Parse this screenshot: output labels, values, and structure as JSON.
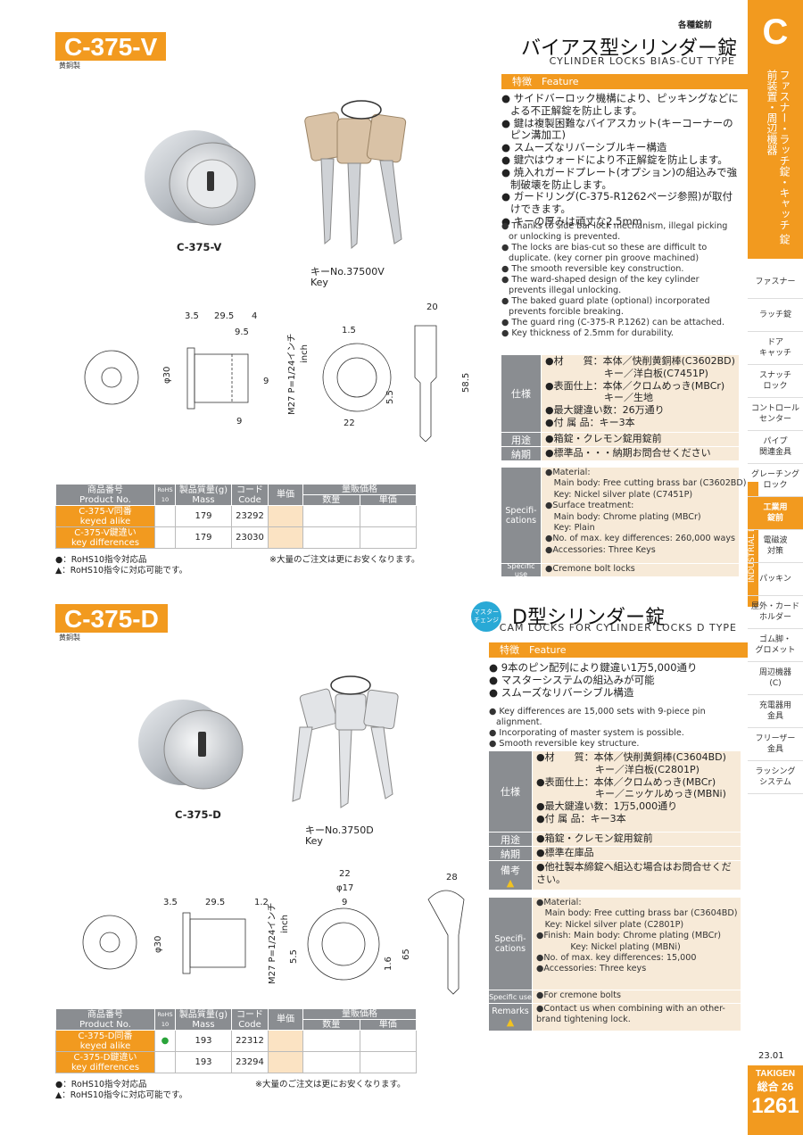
{
  "header": {
    "category": "各種錠前",
    "side_letter": "C"
  },
  "side": {
    "vertical_ja": "ファスナー・ラッチ錠・キャッチ 錠前装置・周辺機器",
    "vertical_en": "INDUSTRIAL LOCKS",
    "tabs": [
      "ファスナー",
      "ラッチ錠",
      "ドア\nキャッチ",
      "スナッチ\nロック",
      "コントロール\nセンター",
      "パイプ\n関連金具",
      "グレーチング\nロック",
      "工業用\n錠前",
      "電磁波\n対策",
      "パッキン",
      "屋外・カード\nホルダー",
      "ゴム脚・\nグロメット",
      "周辺機器\n(C)",
      "充電器用\n金具",
      "フリーザー\n金具",
      "ラッシング\nシステム"
    ],
    "active_tab": 7
  },
  "sectionV": {
    "model": "C-375-V",
    "material_tag": "黄銅製",
    "title_ja": "バイアス型シリンダー錠",
    "title_en": "CYLINDER LOCKS BIAS-CUT TYPE",
    "feature_label": "特徴　Feature",
    "features_ja": [
      "● サイドバーロック機構により、ピッキングなどによる不正解錠を防止します。",
      "● 鍵は複製困難なバイアスカット(キーコーナーのピン溝加工)",
      "● スムーズなリバーシブルキー構造",
      "● 鍵穴はウォードにより不正解錠を防止します。",
      "● 焼入れガードプレート(オプション)の組込みで強制破壊を防止します。",
      "● ガードリング(C-375-R1262ページ参照)が取付けできます。",
      "● キーの厚みは頑丈な2.5mm"
    ],
    "features_en": [
      "● Thanks to side bar lock mechanism, illegal picking or unlocking is prevented.",
      "● The locks are bias-cut so these are difficult to duplicate. (key corner pin groove machined)",
      "● The smooth reversible key construction.",
      "● The ward-shaped design of the key cylinder prevents illegal unlocking.",
      "● The baked guard plate (optional) incorporated prevents forcible breaking.",
      "● The guard ring (C-375-R P.1262) can be attached.",
      "● Key thickness of 2.5mm for durability."
    ],
    "spec_label": "仕様",
    "spec_ja": [
      "●材　　質：本体／快削黄銅棒(C3602BD)",
      "　　　　　　キー／洋白板(C7451P)",
      "●表面仕上：本体／クロムめっき(MBCr)",
      "　　　　　　キー／生地",
      "●最大鍵違い数：26万通り",
      "●付 属 品：キー3本"
    ],
    "use_label": "用途",
    "use_ja": "●箱錠・クレモン錠用錠前",
    "delivery_label": "納期",
    "delivery_ja": "●標準品・・・納期お問合せください",
    "spec_en_label": "Specifi-\ncations",
    "spec_en": [
      "●Material:",
      "　Main body: Free cutting brass bar (C3602BD)",
      "　Key: Nickel silver plate (C7451P)",
      "●Surface treatment:",
      "　Main body: Chrome plating (MBCr)",
      "　Key: Plain",
      "●No. of max. key differences: 260,000 ways",
      "●Accessories: Three Keys"
    ],
    "use_en_label": "Specific use",
    "use_en": "●Cremone bolt locks",
    "photo_label": "C-375-V",
    "key_label": "キーNo.37500V",
    "key_label_en": "Key",
    "dims": {
      "a": "3.5",
      "b": "29.5",
      "c": "4",
      "d": "9.5",
      "e": "9",
      "f": "9",
      "thread": "M27 P=1/24インチ",
      "thread2": "inch",
      "dia": "φ30",
      "g": "1.5",
      "h": "5.5",
      "i": "22",
      "j": "20",
      "k": "58.5"
    },
    "table": {
      "h_pn": "商品番号\nProduct No.",
      "h_rohs": "RoHS\n10",
      "h_mass": "製品質量(g)\nMass",
      "h_code": "コード\nCode",
      "h_price": "単価",
      "h_bulk": "量販価格",
      "h_qty": "数量",
      "h_unit": "単価",
      "rows": [
        {
          "pn": "C-375-V同番\nkeyed alike",
          "rohs": "",
          "mass": "179",
          "code": "23292"
        },
        {
          "pn": "C-375-V鍵違い\nkey differences",
          "rohs": "",
          "mass": "179",
          "code": "23030"
        }
      ]
    },
    "note1": "●：RoHS10指令対応品",
    "note2": "▲：RoHS10指令に対応可能です。",
    "note3": "※大量のご注文は更にお安くなります。"
  },
  "sectionD": {
    "model": "C-375-D",
    "material_tag": "黄銅製",
    "badge": "マスター\nチェンジ",
    "title_ja": "D型シリンダー錠",
    "title_en": "CAM LOCKS FOR CYLINDER LOCKS D TYPE",
    "feature_label": "特徴　Feature",
    "features_ja": [
      "● 9本のピン配列により鍵違い1万5,000通り",
      "● マスターシステムの組込みが可能",
      "● スムーズなリバーシブル構造"
    ],
    "features_en": [
      "● Key differences are 15,000 sets with 9-piece pin alignment.",
      "● Incorporating of master system is possible.",
      "● Smooth reversible key structure."
    ],
    "spec_label": "仕様",
    "spec_ja": [
      "●材　　質：本体／快削黄銅棒(C3604BD)",
      "　　　　　　キー／洋白板(C2801P)",
      "●表面仕上：本体／クロムめっき(MBCr)",
      "　　　　　　キー／ニッケルめっき(MBNi)",
      "●最大鍵違い数：1万5,000通り",
      "●付 属 品：キー3本"
    ],
    "use_label": "用途",
    "use_ja": "●箱錠・クレモン錠用錠前",
    "delivery_label": "納期",
    "delivery_ja": "●標準在庫品",
    "remark_label": "備考",
    "remark_ja": "●他社製本締錠へ組込む場合はお問合せください。",
    "spec_en_label": "Specifi-\ncations",
    "spec_en": [
      "●Material:",
      "　Main body: Free cutting brass bar (C3604BD)",
      "　Key: Nickel silver plate (C2801P)",
      "●Finish: Main body: Chrome plating (MBCr)",
      "　　　　Key: Nickel plating (MBNi)",
      "●No. of max. key differences: 15,000",
      "●Accessories: Three keys"
    ],
    "use_en_label": "Specific use",
    "use_en": "●For cremone bolts",
    "remark_en_label": "Remarks",
    "remark_en": "●Contact us when combining with an other-brand tightening lock.",
    "photo_label": "C-375-D",
    "key_label": "キーNo.3750D",
    "key_label_en": "Key",
    "dims": {
      "a": "3.5",
      "b": "29.5",
      "c": "1.2",
      "thread": "M27 P=1/24インチ",
      "thread2": "inch",
      "dia": "φ30",
      "d": "22",
      "e": "φ17",
      "f": "9",
      "g": "5.5",
      "h": "1.6",
      "i": "28",
      "j": "65"
    },
    "table": {
      "h_pn": "商品番号\nProduct No.",
      "h_rohs": "RoHS\n10",
      "h_mass": "製品質量(g)\nMass",
      "h_code": "コード\nCode",
      "h_price": "単価",
      "h_bulk": "量販価格",
      "h_qty": "数量",
      "h_unit": "単価",
      "rows": [
        {
          "pn": "C-375-D同番\nkeyed alike",
          "rohs": "●",
          "mass": "193",
          "code": "22312"
        },
        {
          "pn": "C-375-D鍵違い\nkey differences",
          "rohs": "",
          "mass": "193",
          "code": "23294"
        }
      ]
    },
    "note1": "●：RoHS10指令対応品",
    "note2": "▲：RoHS10指令に対応可能です。",
    "note3": "※大量のご注文は更にお安くなります。"
  },
  "footer": {
    "date": "23.01",
    "brand": "TAKIGEN",
    "catalog": "総合 26",
    "page": "1261"
  },
  "colors": {
    "accent": "#f29a1f",
    "gray": "#8a8d91",
    "cream": "#f7ead8",
    "price": "#fbe3c3"
  }
}
